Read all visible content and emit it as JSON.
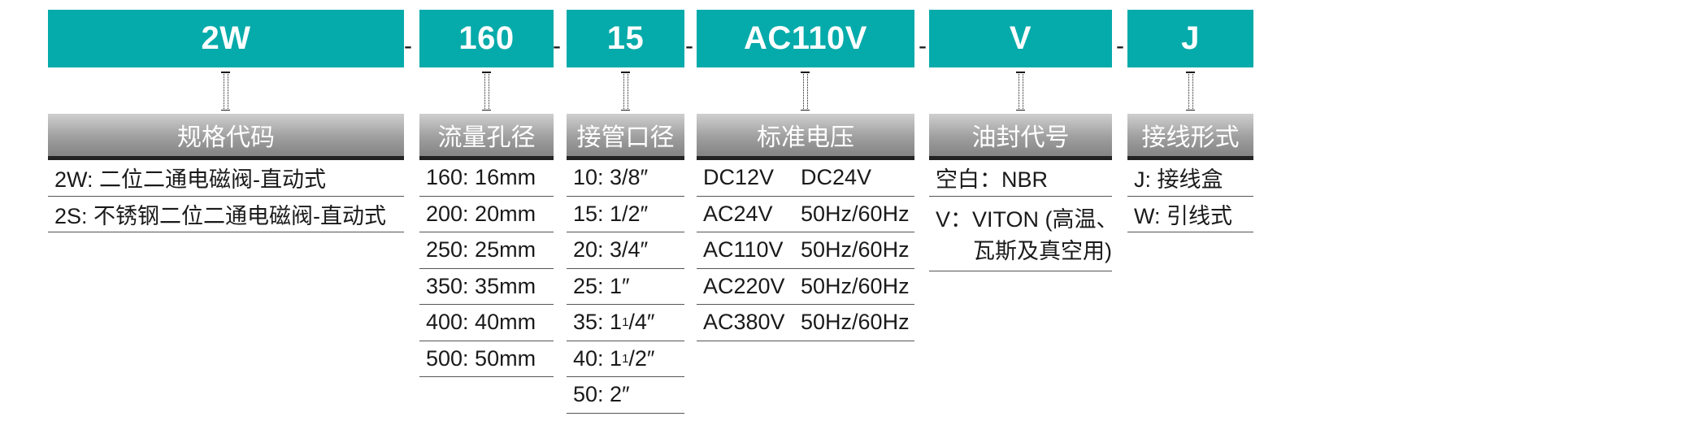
{
  "separators": [
    "-",
    "-",
    "-",
    "-",
    "-"
  ],
  "columns": {
    "spec": {
      "code": "2W",
      "heading": "规格代码",
      "rows": [
        "2W: 二位二通电磁阀-直动式",
        "2S: 不锈钢二位二通电磁阀-直动式"
      ]
    },
    "flow": {
      "code": "160",
      "heading": "流量孔径",
      "rows": [
        "160: 16mm",
        "200: 20mm",
        "250: 25mm",
        "350: 35mm",
        "400: 40mm",
        "500: 50mm"
      ]
    },
    "pipe": {
      "code": "15",
      "heading": "接管口径",
      "rows": [
        {
          "text": "10: 3/8″"
        },
        {
          "text": "15: 1/2″"
        },
        {
          "text": "20: 3/4″"
        },
        {
          "text": "25: 1″"
        },
        {
          "pre": "35: 1",
          "sup": "1",
          "post": "/4″"
        },
        {
          "pre": "40: 1",
          "sup": "1",
          "post": "/2″"
        },
        {
          "text": "50: 2″"
        }
      ]
    },
    "voltage": {
      "code": "AC110V",
      "heading": "标准电压",
      "rows": [
        {
          "a": "DC12V",
          "b": "DC24V"
        },
        {
          "a": "AC24V",
          "b": "50Hz/60Hz"
        },
        {
          "a": "AC110V",
          "b": "50Hz/60Hz"
        },
        {
          "a": "AC220V",
          "b": "50Hz/60Hz"
        },
        {
          "a": "AC380V",
          "b": "50Hz/60Hz"
        }
      ]
    },
    "seal": {
      "code": "V",
      "heading": "油封代号",
      "row1": "空白：NBR",
      "row2_line1": "V：VITON (高温、",
      "row2_line2": "瓦斯及真空用)"
    },
    "wiring": {
      "code": "J",
      "heading": "接线形式",
      "rows": [
        "J: 接线盒",
        "W: 引线式"
      ]
    }
  }
}
